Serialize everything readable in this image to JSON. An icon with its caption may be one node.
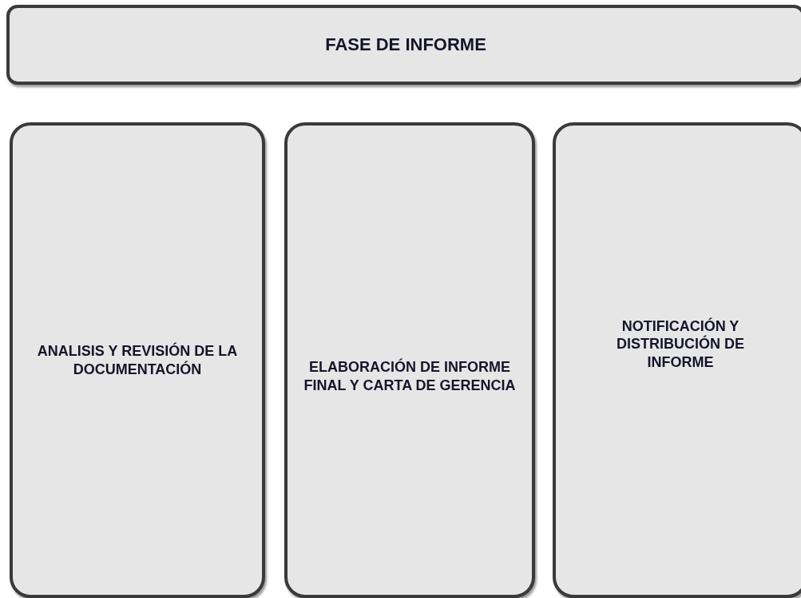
{
  "diagram": {
    "nodes": [
      {
        "text": [
          "FASE DE INFORME"
        ]
      },
      {
        "text": [
          "ANALISIS Y REVISIÓN DE LA DOCUMENTACIÓN"
        ]
      },
      {
        "text": [
          "ELABORACIÓN DE INFORME FINAL Y CARTA DE GERENCIA"
        ]
      },
      {
        "text": [
          "NOTIFICACIÓN Y DISTRIBUCIÓN DE INFORME"
        ]
      }
    ]
  }
}
